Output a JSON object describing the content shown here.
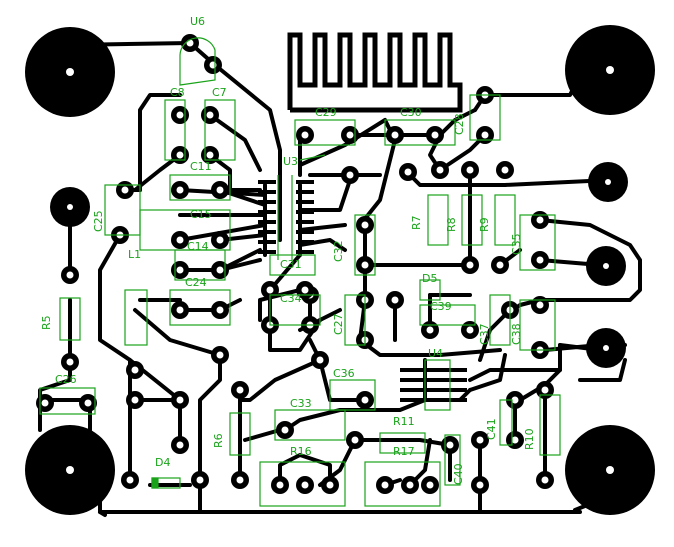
{
  "board": {
    "background": "#ffffff",
    "trace_color": "#000000",
    "silk_color": "#1aa31a"
  },
  "labels": {
    "u6": "U6",
    "c8": "C8",
    "c7": "C7",
    "c29": "C29",
    "c30": "C30",
    "c28": "C28",
    "c11": "C11",
    "u3": "U3",
    "c25": "C25",
    "c15": "C15",
    "r7": "R7",
    "r8": "R8",
    "r9": "R9",
    "c35": "C35",
    "c14": "C14",
    "l1": "L1",
    "c32": "C32",
    "c31": "C31",
    "c24": "C24",
    "r5": "R5",
    "c34": "C34",
    "d5": "D5",
    "c39": "C39",
    "c27": "C27",
    "c37": "C37",
    "c38": "C38",
    "c26": "C26",
    "u4": "U4",
    "c36": "C36",
    "c33": "C33",
    "r11": "R11",
    "r6": "R6",
    "r16": "R16",
    "r17": "R17",
    "c41": "C41",
    "r10": "R10",
    "d4": "D4",
    "c40": "C40"
  }
}
